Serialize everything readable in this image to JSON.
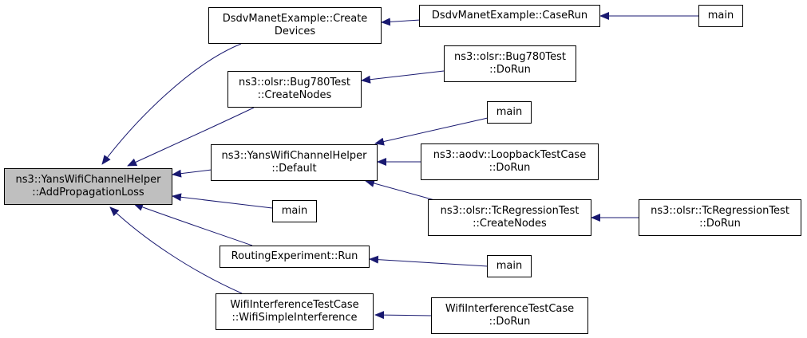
{
  "colors": {
    "edge": "#191970",
    "focus_fill": "#bfbfbf",
    "node_fill": "#ffffff",
    "border": "#000000"
  },
  "nodes": {
    "focus": {
      "line1": "ns3::YansWifiChannelHelper",
      "line2": "::AddPropagationLoss"
    },
    "dsdv_create": {
      "line1": "DsdvManetExample::Create",
      "line2": "Devices"
    },
    "dsdv_caserun": {
      "line1": "DsdvManetExample::CaseRun"
    },
    "main_top": {
      "line1": "main"
    },
    "bug780_createnodes": {
      "line1": "ns3::olsr::Bug780Test",
      "line2": "::CreateNodes"
    },
    "bug780_dorun": {
      "line1": "ns3::olsr::Bug780Test",
      "line2": "::DoRun"
    },
    "yans_default": {
      "line1": "ns3::YansWifiChannelHelper",
      "line2": "::Default"
    },
    "main_2": {
      "line1": "main"
    },
    "aodv_loopback": {
      "line1": "ns3::aodv::LoopbackTestCase",
      "line2": "::DoRun"
    },
    "tc_createnodes": {
      "line1": "ns3::olsr::TcRegressionTest",
      "line2": "::CreateNodes"
    },
    "tc_dorun": {
      "line1": "ns3::olsr::TcRegressionTest",
      "line2": "::DoRun"
    },
    "main_3": {
      "line1": "main"
    },
    "routing_run": {
      "line1": "RoutingExperiment::Run"
    },
    "main_4": {
      "line1": "main"
    },
    "wifi_simple": {
      "line1": "WifiInterferenceTestCase",
      "line2": "::WifiSimpleInterference"
    },
    "wifi_dorun": {
      "line1": "WifiInterferenceTestCase",
      "line2": "::DoRun"
    }
  }
}
